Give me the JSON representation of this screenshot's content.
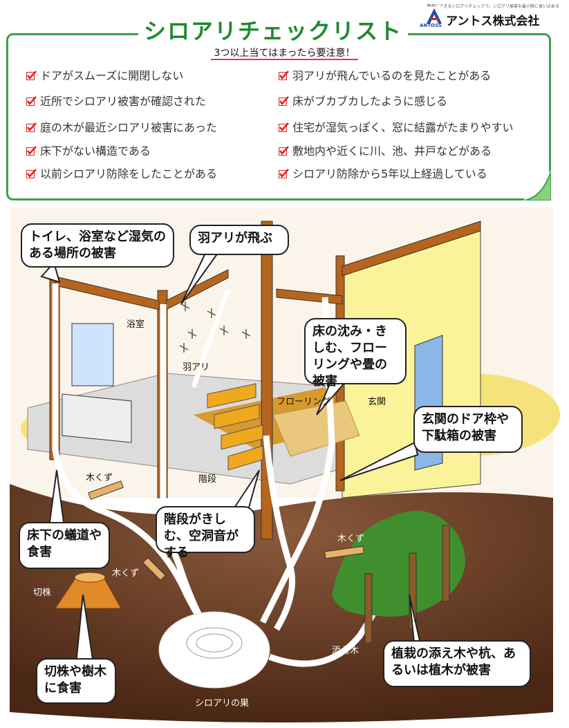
{
  "header": {
    "tagline": "簡単にできるシロアリチェックで、シロアリ被害を最小限に食い止める",
    "company": "アントス株式会社",
    "logo_text": "ANTOSS"
  },
  "checklist": {
    "title": "シロアリチェックリスト",
    "subtitle": "3つ以上当てはまったら要注意！",
    "left_items": [
      "ドアがスムーズに開閉しない",
      "近所でシロアリ被害が確認された",
      "庭の木が最近シロアリ被害にあった",
      "床下がない構造である",
      "以前シロアリ防除をしたことがある"
    ],
    "right_items": [
      "羽アリが飛んでいるのを見たことがある",
      "床がブカブカしたように感じる",
      "住宅が湿気っぽく、窓に結露がたまりやすい",
      "敷地内や近くに川、池、井戸などがある",
      "シロアリ防除から5年以上経過している"
    ]
  },
  "illustration": {
    "bubbles": {
      "toilet": "トイレ、浴室など湿気のある場所の被害",
      "winged": "羽アリが飛ぶ",
      "floor": "床の沈み・きしむ、フローリングや畳の被害",
      "entrance": "玄関のドア枠や下駄箱の被害",
      "underfloor": "床下の蟻道や食害",
      "stairs": "階段がきしむ、空洞音がする",
      "stump": "切株や樹木に食害",
      "plants": "植栽の添え木や杭、あるいは植木が被害"
    },
    "labels": {
      "bath": "浴室",
      "winged_ant": "羽アリ",
      "flooring": "フローリング",
      "genkan": "玄関",
      "wood1": "木くず",
      "stairs": "階段",
      "wood2": "木くず",
      "wood3": "木くず",
      "stump": "切株",
      "stake": "添え木",
      "nest": "シロアリの巣"
    }
  },
  "colors": {
    "green": "#1e8a2e",
    "check_red": "#e02020",
    "ground": "#6b3a22",
    "yard": "#f5e27a",
    "wall_yellow": "#fbf39a",
    "post": "#b5651d"
  }
}
